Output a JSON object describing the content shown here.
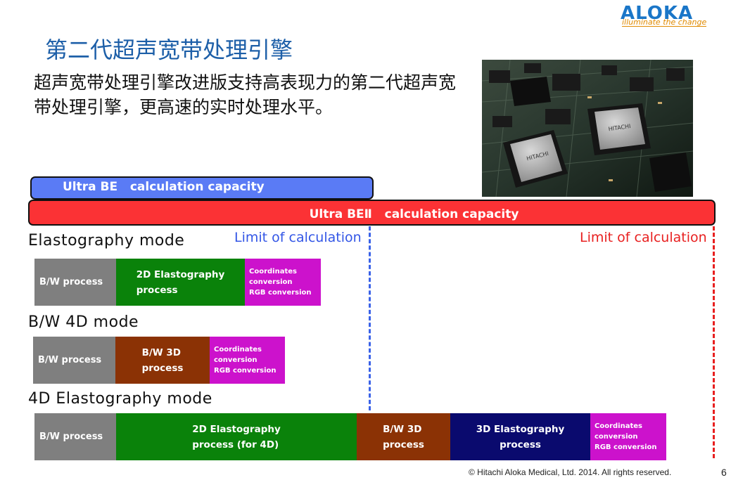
{
  "logo": {
    "brand": "ALOKA",
    "tagline": "illuminate the change"
  },
  "title": "第二代超声宽带处理引擎",
  "body_text": "超声宽带处理引擎改进版支持高表现力的第二代超声宽带处理引擎，更高速的实时处理水平。",
  "capacity": {
    "ultra_be": "Ultra BE   calculation capacity",
    "ultra_be2": "Ultra BEⅡ   calculation capacity"
  },
  "limits": {
    "blue": "Limit of calculation",
    "red": "Limit of calculation"
  },
  "modes": {
    "elastography": {
      "label": "Elastography mode",
      "blocks": [
        "B/W process",
        "2D Elastography\nprocess",
        "Coordinates\nconversion\nRGB conversion"
      ]
    },
    "bw4d": {
      "label": "B/W 4D mode",
      "blocks": [
        "B/W process",
        "B/W 3D\nprocess",
        "Coordinates\nconversion\nRGB conversion"
      ]
    },
    "elasto4d": {
      "label": "4D Elastography mode",
      "blocks": [
        "B/W process",
        "2D Elastography\nprocess (for 4D)",
        "B/W 3D\nprocess",
        "3D Elastography\nprocess",
        "Coordinates\nconversion\nRGB conversion"
      ]
    }
  },
  "chip_labels": [
    "HITACHI",
    "HITACHI"
  ],
  "colors": {
    "title": "#1d5fa8",
    "blue_bar": "#5a7bf5",
    "red_bar": "#fb3235",
    "gray": "#7f7f7f",
    "green": "#0a820a",
    "magenta": "#cc12cc",
    "brown": "#8b3205",
    "navy": "#0a0a6e"
  },
  "footer": {
    "copyright": "© Hitachi Aloka Medical, Ltd. 2014. All rights reserved.",
    "page": "6"
  }
}
